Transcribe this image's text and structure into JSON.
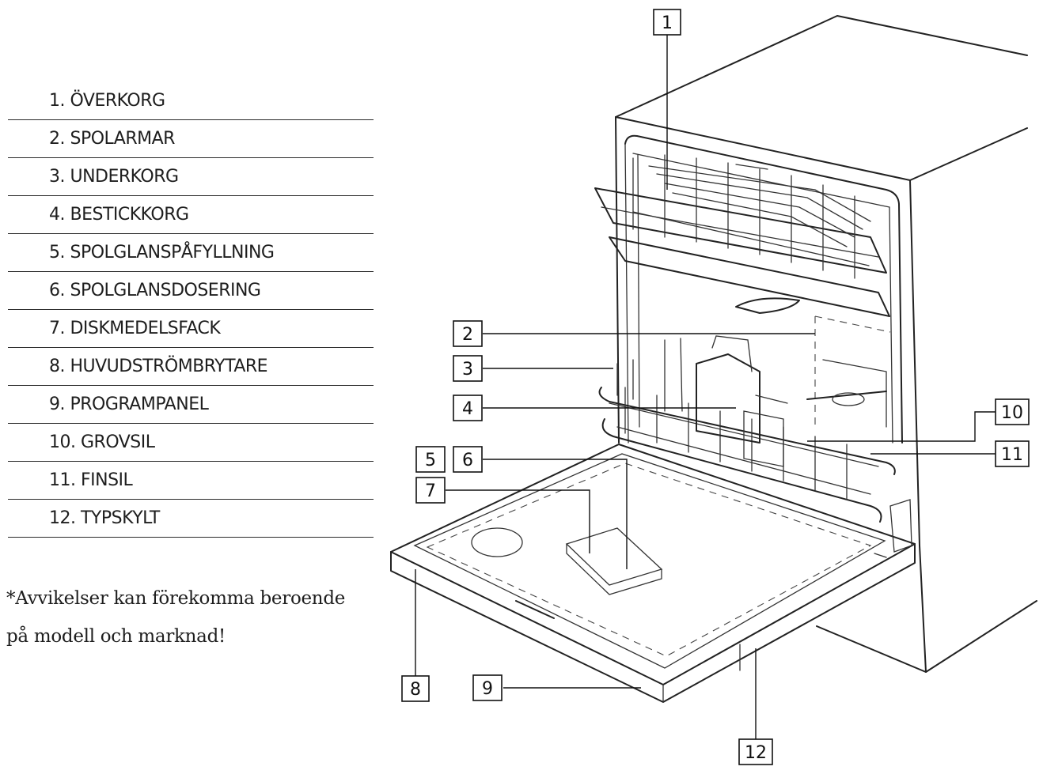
{
  "legend": [
    {
      "text": "1. ÖVERKORG"
    },
    {
      "text": "2. SPOLARMAR"
    },
    {
      "text": "3. UNDERKORG"
    },
    {
      "text": "4. BESTICKKORG"
    },
    {
      "text": "5. SPOLGLANSPÅFYLLNING"
    },
    {
      "text": "6. SPOLGLANSDOSERING"
    },
    {
      "text": "7. DISKMEDELSFACK"
    },
    {
      "text": "8. HUVUDSTRÖMBRYTARE"
    },
    {
      "text": "9. PROGRAMPANEL"
    },
    {
      "text": "10. GROVSIL"
    },
    {
      "text": "11. FINSIL"
    },
    {
      "text": "12. TYPSKYLT"
    }
  ],
  "note": {
    "line1": "*Avvikelser kan förekomma beroende",
    "line2": "på modell och marknad!"
  },
  "callouts": {
    "c1": "1",
    "c2": "2",
    "c3": "3",
    "c4": "4",
    "c5": "5",
    "c6": "6",
    "c7": "7",
    "c8": "8",
    "c9": "9",
    "c10": "10",
    "c11": "11",
    "c12": "12"
  }
}
